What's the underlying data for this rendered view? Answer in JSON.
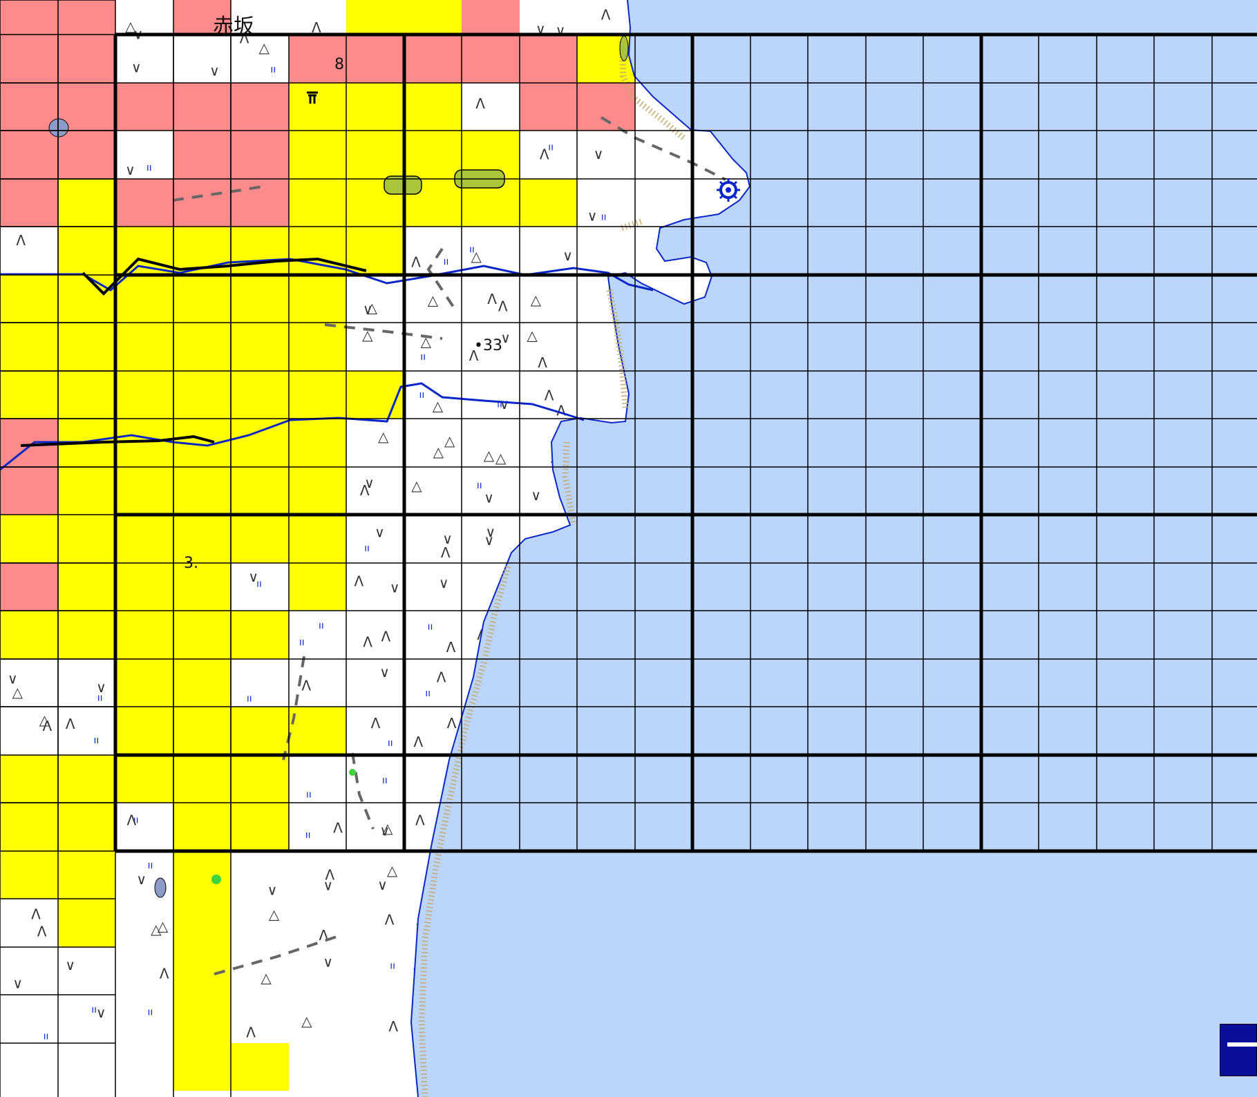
{
  "map": {
    "place_labels": [
      {
        "id": "akasaka",
        "text": "赤坂"
      }
    ],
    "elevation_labels": [
      {
        "id": "elev-33",
        "text": "•33"
      },
      {
        "id": "elev-8",
        "text": "8"
      },
      {
        "id": "elev-3",
        "text": "3."
      }
    ],
    "colors": {
      "sea": "#bcd5fb",
      "land": "#ffffff",
      "highlight_yellow": "#ffff00",
      "highlight_red": "#fd8b8b",
      "grid_thin": "#000000",
      "grid_thick": "#000000",
      "river": "#0a26c9",
      "contour": "#c8a96e",
      "road_dash": "#666666",
      "pond": "#8c9bc7",
      "wetland_green": "#a9c63a",
      "button_bg": "#0a0f9a"
    },
    "icons": {
      "lighthouse": "lighthouse-icon",
      "shrine_gate": "shrine-gate-icon",
      "layer_toggle": "layer-toggle-icon"
    }
  }
}
